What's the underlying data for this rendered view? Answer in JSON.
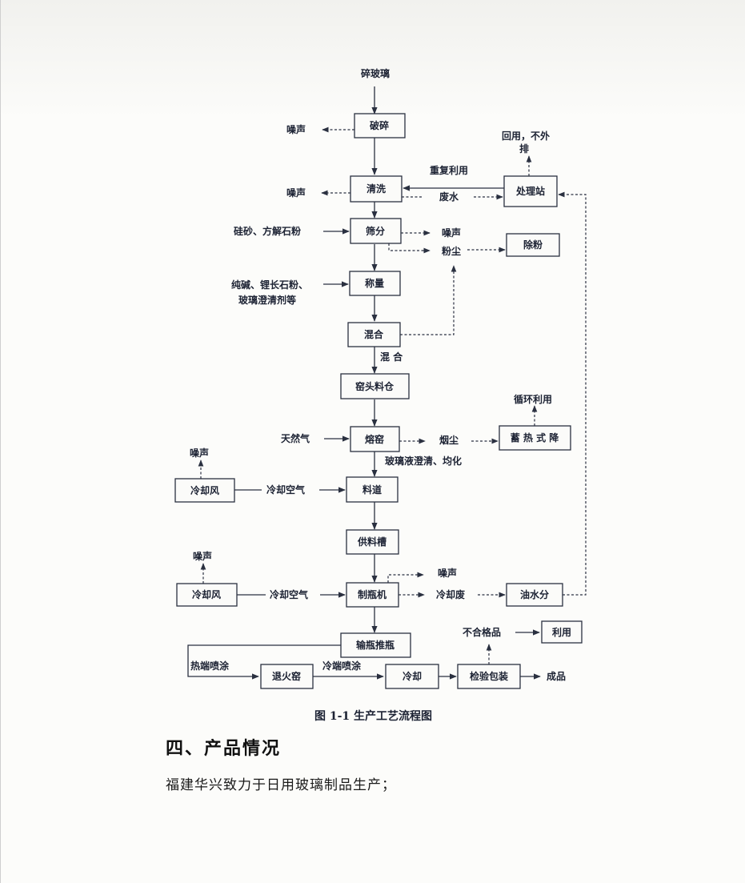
{
  "diagram": {
    "raw_input": "碎玻璃",
    "boxes": {
      "crush": "破碎",
      "wash": "清洗",
      "screen": "筛分",
      "weigh": "称量",
      "mix": "混合",
      "silo": "窑头料仓",
      "melt": "熔窑",
      "forehearth": "料道",
      "feeder": "供料槽",
      "bottle_machine": "制瓶机",
      "conveyor": "输瓶推瓶",
      "anneal": "退火窑",
      "cool": "冷却",
      "inspect": "检验包装",
      "treatment_station": "处理站",
      "dust_removal": "除粉",
      "regenerative": "蓄 热 式 降",
      "cooling_fan_1": "冷却风",
      "cooling_fan_2": "冷却风",
      "oil_water": "油水分",
      "reuse": "利用"
    },
    "labels": {
      "noise_crush": "噪声",
      "noise_wash": "噪声",
      "noise_screen": "噪声",
      "noise_fan1": "噪声",
      "noise_fan2": "噪声",
      "noise_machine": "噪声",
      "reuse_repeat": "重复利用",
      "waste_water": "废水",
      "reuse_no_discharge_1": "回用，不外",
      "reuse_no_discharge_2": "排",
      "sand_input": "硅砂、方解石粉",
      "soda_input_1": "纯碱、锂长石粉、",
      "soda_input_2": "玻璃澄清剂等",
      "dust": "粉尘",
      "mixing": "混 合",
      "natural_gas": "天然气",
      "smoke_dust": "烟尘",
      "recycle": "循环利用",
      "clarify": "玻璃液澄清、均化",
      "cool_air_1": "冷却空气",
      "cool_air_2": "冷却空气",
      "cool_waste": "冷却废",
      "rejects": "不合格品",
      "hot_spray": "热端喷涂",
      "cold_spray": "冷端喷涂",
      "finished": "成品"
    },
    "caption": "图 1-1 生产工艺流程图"
  },
  "section": {
    "heading": "四、产品情况",
    "body": "福建华兴致力于日用玻璃制品生产；"
  }
}
